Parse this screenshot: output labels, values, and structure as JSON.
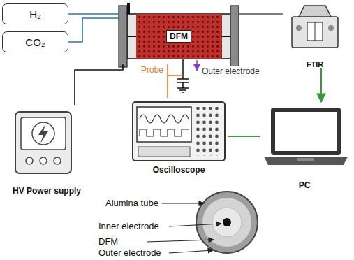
{
  "diagram": {
    "nodes": [
      {
        "text": [
          "H₂"
        ]
      },
      {
        "text": [
          "CO₂"
        ]
      },
      {
        "text": [
          "DFM"
        ]
      },
      {
        "text": [
          "FTIR"
        ]
      },
      {
        "text": [
          "HV Power supply"
        ]
      },
      {
        "text": [
          "Oscilloscope"
        ]
      },
      {
        "text": [
          "PC"
        ]
      }
    ],
    "edges": [
      {
        "from": 0,
        "to": 2,
        "arrow": "none"
      },
      {
        "from": 1,
        "to": 2,
        "arrow": "none"
      },
      {
        "from": 2,
        "to": 3,
        "arrow": "none"
      },
      {
        "from": 4,
        "to": 2,
        "arrow": "none"
      },
      {
        "from": 2,
        "to": 5,
        "label": "Probe",
        "arrow": "none"
      },
      {
        "from": 5,
        "to": 6,
        "arrow": "none"
      },
      {
        "from": 3,
        "to": 6,
        "arrow": "to"
      }
    ],
    "labels": [
      "Outer electrode",
      "Alumina tube",
      "Inner electrode",
      "DFM",
      "Outer electrode"
    ]
  }
}
